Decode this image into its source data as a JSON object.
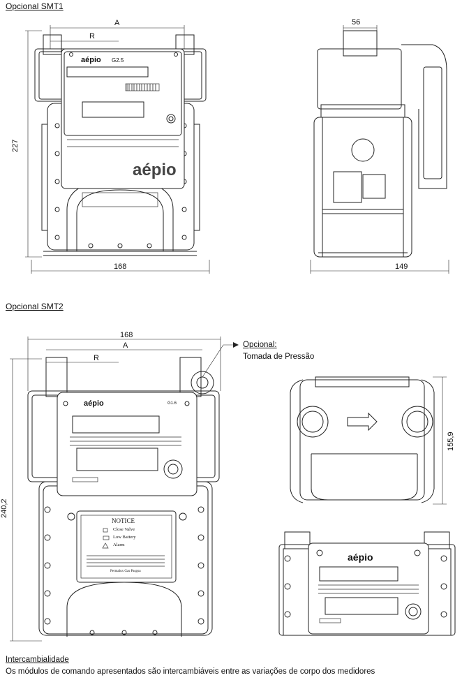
{
  "sections": {
    "smt1_title": "Opcional SMT1",
    "smt2_title": "Opcional SMT2"
  },
  "smt1": {
    "dim_a": "A",
    "dim_r": "R",
    "dim_height": "227",
    "dim_width_front": "168",
    "dim_depth_top": "56",
    "dim_width_side": "149",
    "brand": "aépio",
    "model": "G2.5",
    "brand_large": "aépio"
  },
  "smt2": {
    "dim_width": "168",
    "dim_a": "A",
    "dim_r": "R",
    "dim_height": "240,2",
    "dim_top_view": "155,9",
    "callout_title": "Opcional:",
    "callout_text": "Tomada de Pressão",
    "brand": "aépio",
    "model": "G1.6",
    "notice_title": "NOTICE",
    "notice_items": [
      "Close Valve",
      "Low Battery",
      "Alarm"
    ],
    "notice_footer": "Permalux Gas Pasgoa",
    "brand_bottom": "aépio"
  },
  "footer": {
    "title": "Intercambialidade",
    "text": "Os módulos de comando apresentados são intercambiáveis entre as variações de corpo dos medidores"
  },
  "colors": {
    "line": "#222222",
    "background": "#ffffff"
  }
}
